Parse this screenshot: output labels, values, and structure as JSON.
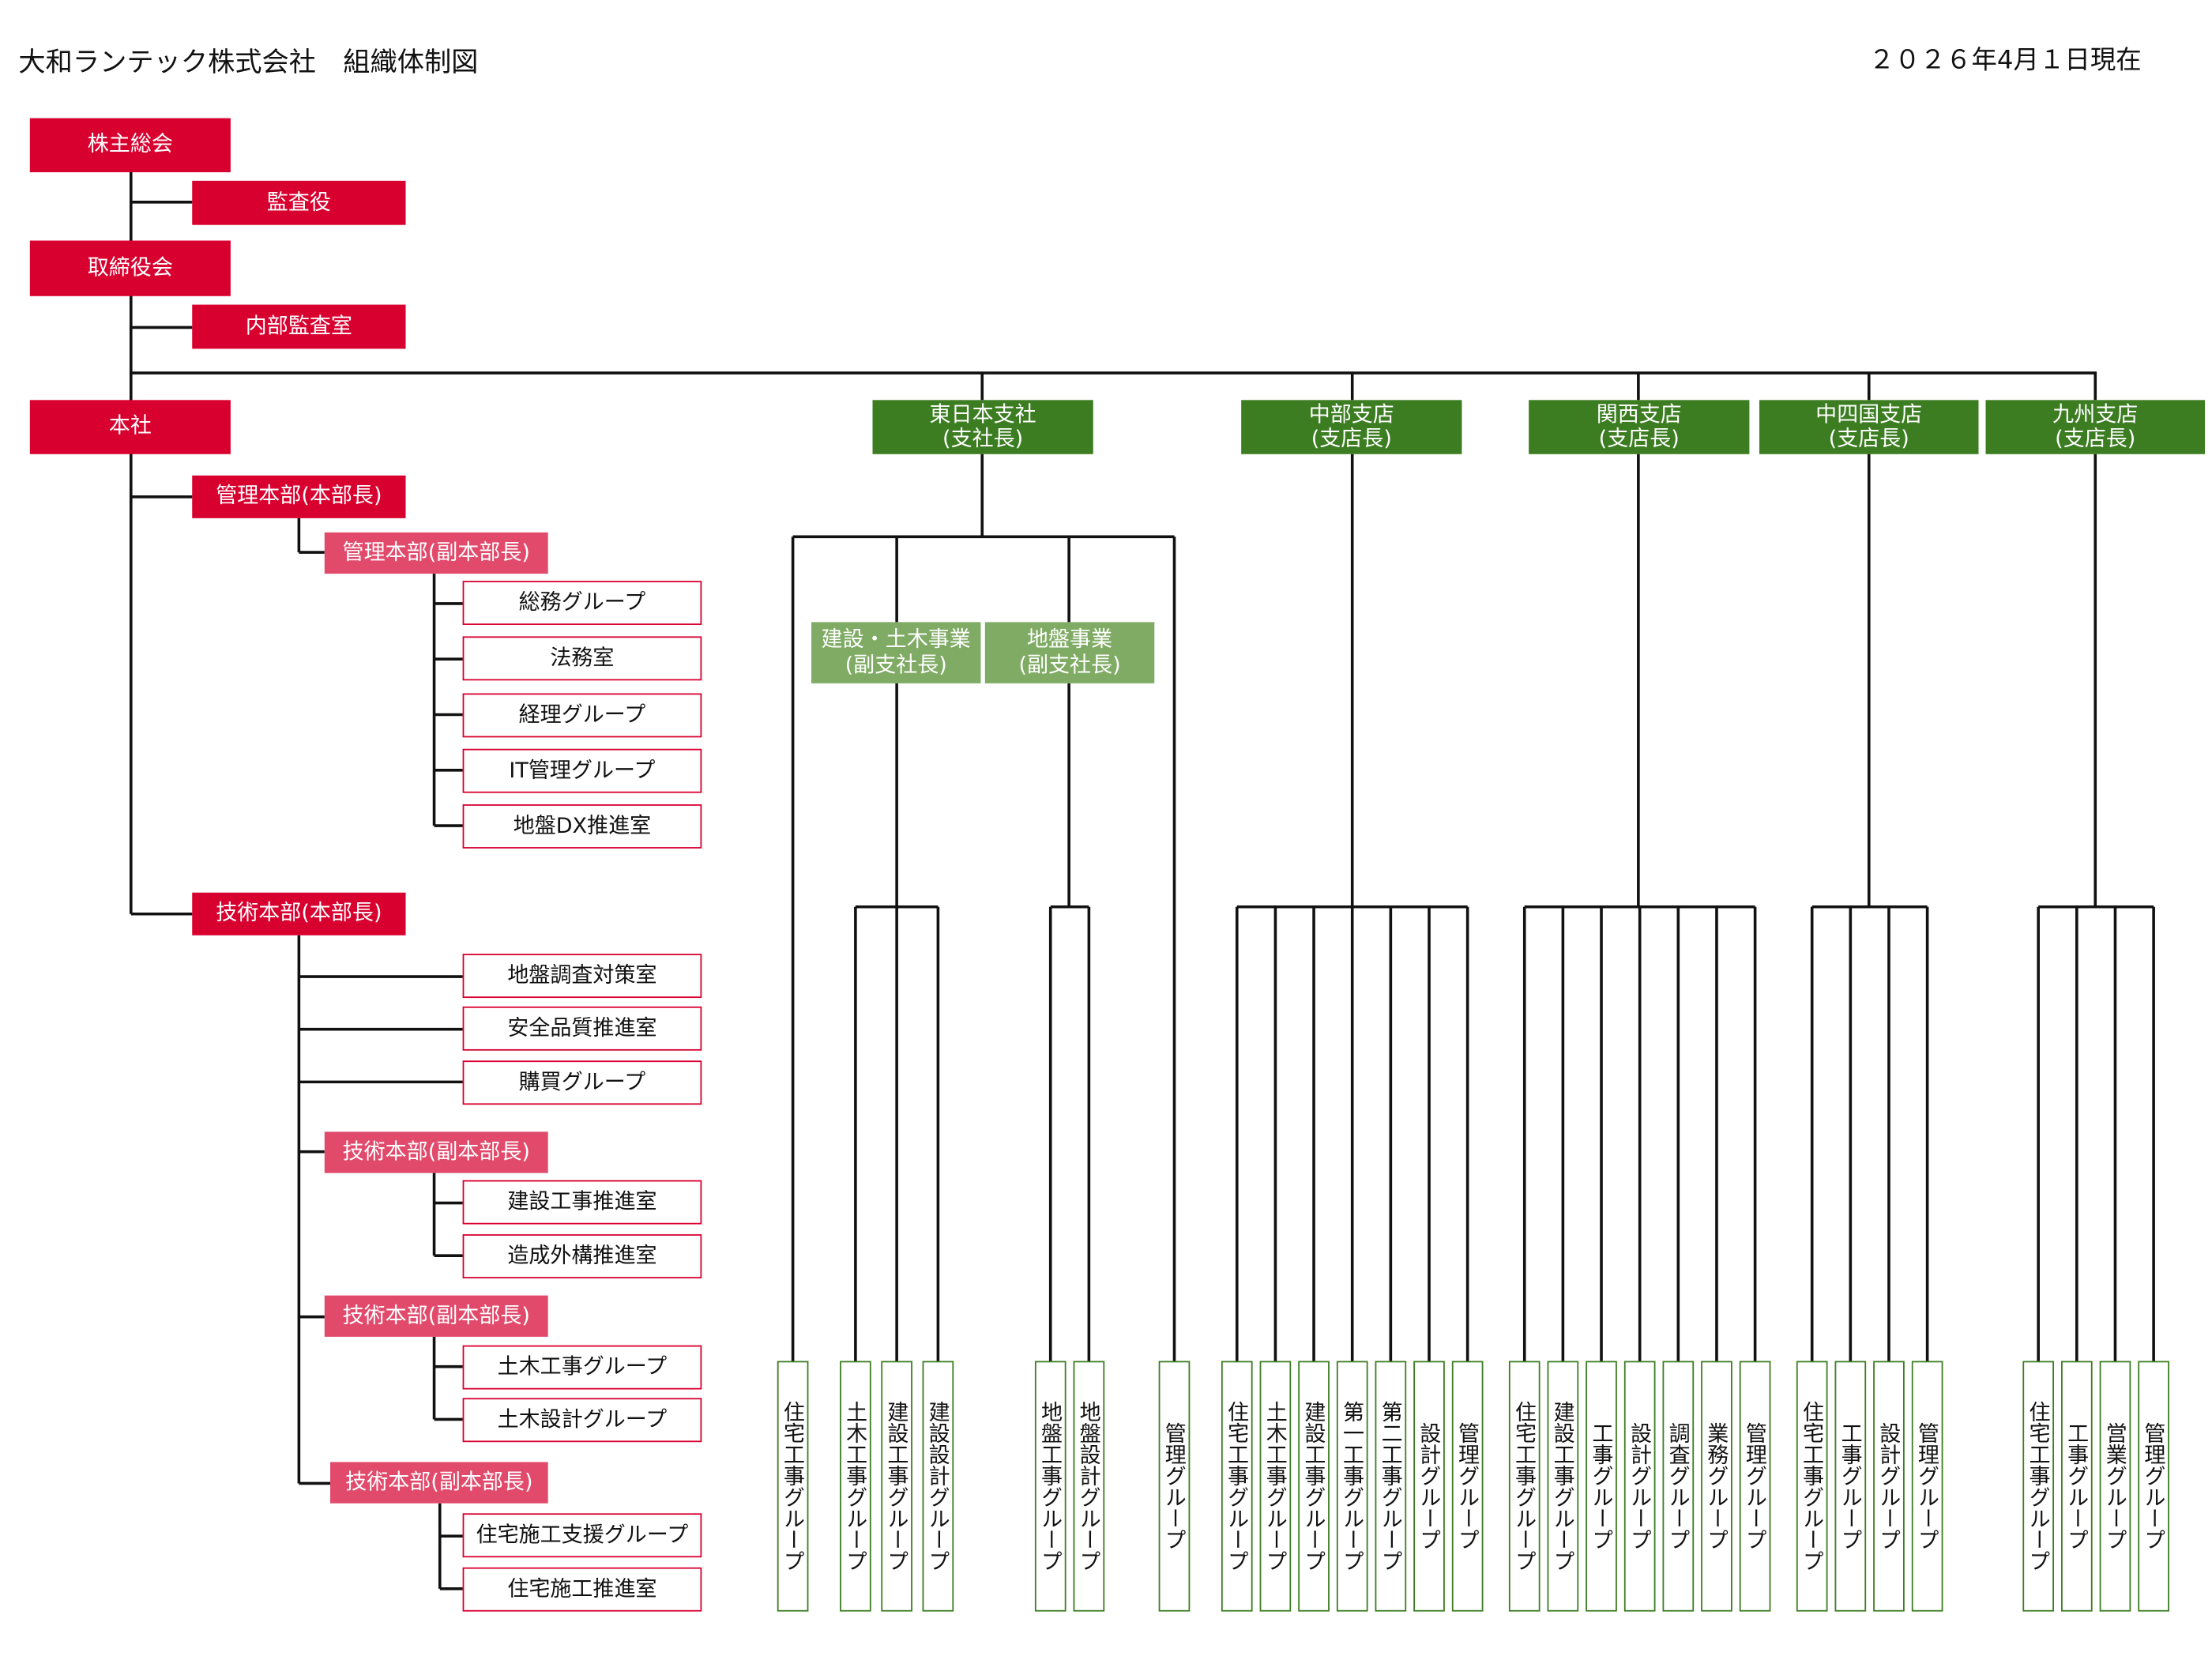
{
  "header": {
    "title": "大和ランテック株式会社　組織体制図",
    "date": "２０２６年4月１日現在"
  },
  "colors": {
    "red": "#d8002f",
    "pink": "#e24a6c",
    "green": "#3c7d22",
    "light_green": "#7fab64",
    "line": "#111111"
  },
  "hq": {
    "shareholders": "株主総会",
    "auditor": "監査役",
    "board": "取締役会",
    "internal_audit": "内部監査室",
    "head_office": "本社",
    "admin_div": "管理本部(本部長)",
    "admin_sub": "管理本部(副本部長)",
    "admin_groups": [
      "総務グループ",
      "法務室",
      "経理グループ",
      "IT管理グループ",
      "地盤DX推進室"
    ],
    "tech_div": "技術本部(本部長)",
    "tech_direct": [
      "地盤調査対策室",
      "安全品質推進室",
      "購買グループ"
    ],
    "tech_sub1": "技術本部(副本部長)",
    "tech_sub1_groups": [
      "建設工事推進室",
      "造成外構推進室"
    ],
    "tech_sub2": "技術本部(副本部長)",
    "tech_sub2_groups": [
      "土木工事グループ",
      "土木設計グループ"
    ],
    "tech_sub3": "技術本部(副本部長)",
    "tech_sub3_groups": [
      "住宅施工支援グループ",
      "住宅施工推進室"
    ]
  },
  "branches": {
    "east": {
      "name": "東日本支社",
      "title": "(支社長)",
      "civil_div": "建設・土木事業",
      "civil_title": "(副支社長)",
      "ground_div": "地盤事業",
      "ground_title": "(副支社長)",
      "direct_left": "住宅工事グループ",
      "civil_groups": [
        "土木工事グループ",
        "建設工事グループ",
        "建設設計グループ"
      ],
      "ground_groups": [
        "地盤工事グループ",
        "地盤設計グループ"
      ],
      "direct_right": "管理グループ"
    },
    "chubu": {
      "name": "中部支店",
      "title": "(支店長)",
      "groups": [
        "住宅工事グループ",
        "土木工事グループ",
        "建設工事グループ",
        "第一工事グループ",
        "第二工事グループ",
        "設計グループ",
        "管理グループ"
      ]
    },
    "kansai": {
      "name": "関西支店",
      "title": "(支店長)",
      "groups": [
        "住宅工事グループ",
        "建設工事グループ",
        "工事グループ",
        "設計グループ",
        "調査グループ",
        "業務グループ",
        "管理グループ"
      ]
    },
    "chushikoku": {
      "name": "中四国支店",
      "title": "(支店長)",
      "groups": [
        "住宅工事グループ",
        "工事グループ",
        "設計グループ",
        "管理グループ"
      ]
    },
    "kyushu": {
      "name": "九州支店",
      "title": "(支店長)",
      "groups": [
        "住宅工事グループ",
        "工事グループ",
        "営業グループ",
        "管理グループ"
      ]
    }
  }
}
